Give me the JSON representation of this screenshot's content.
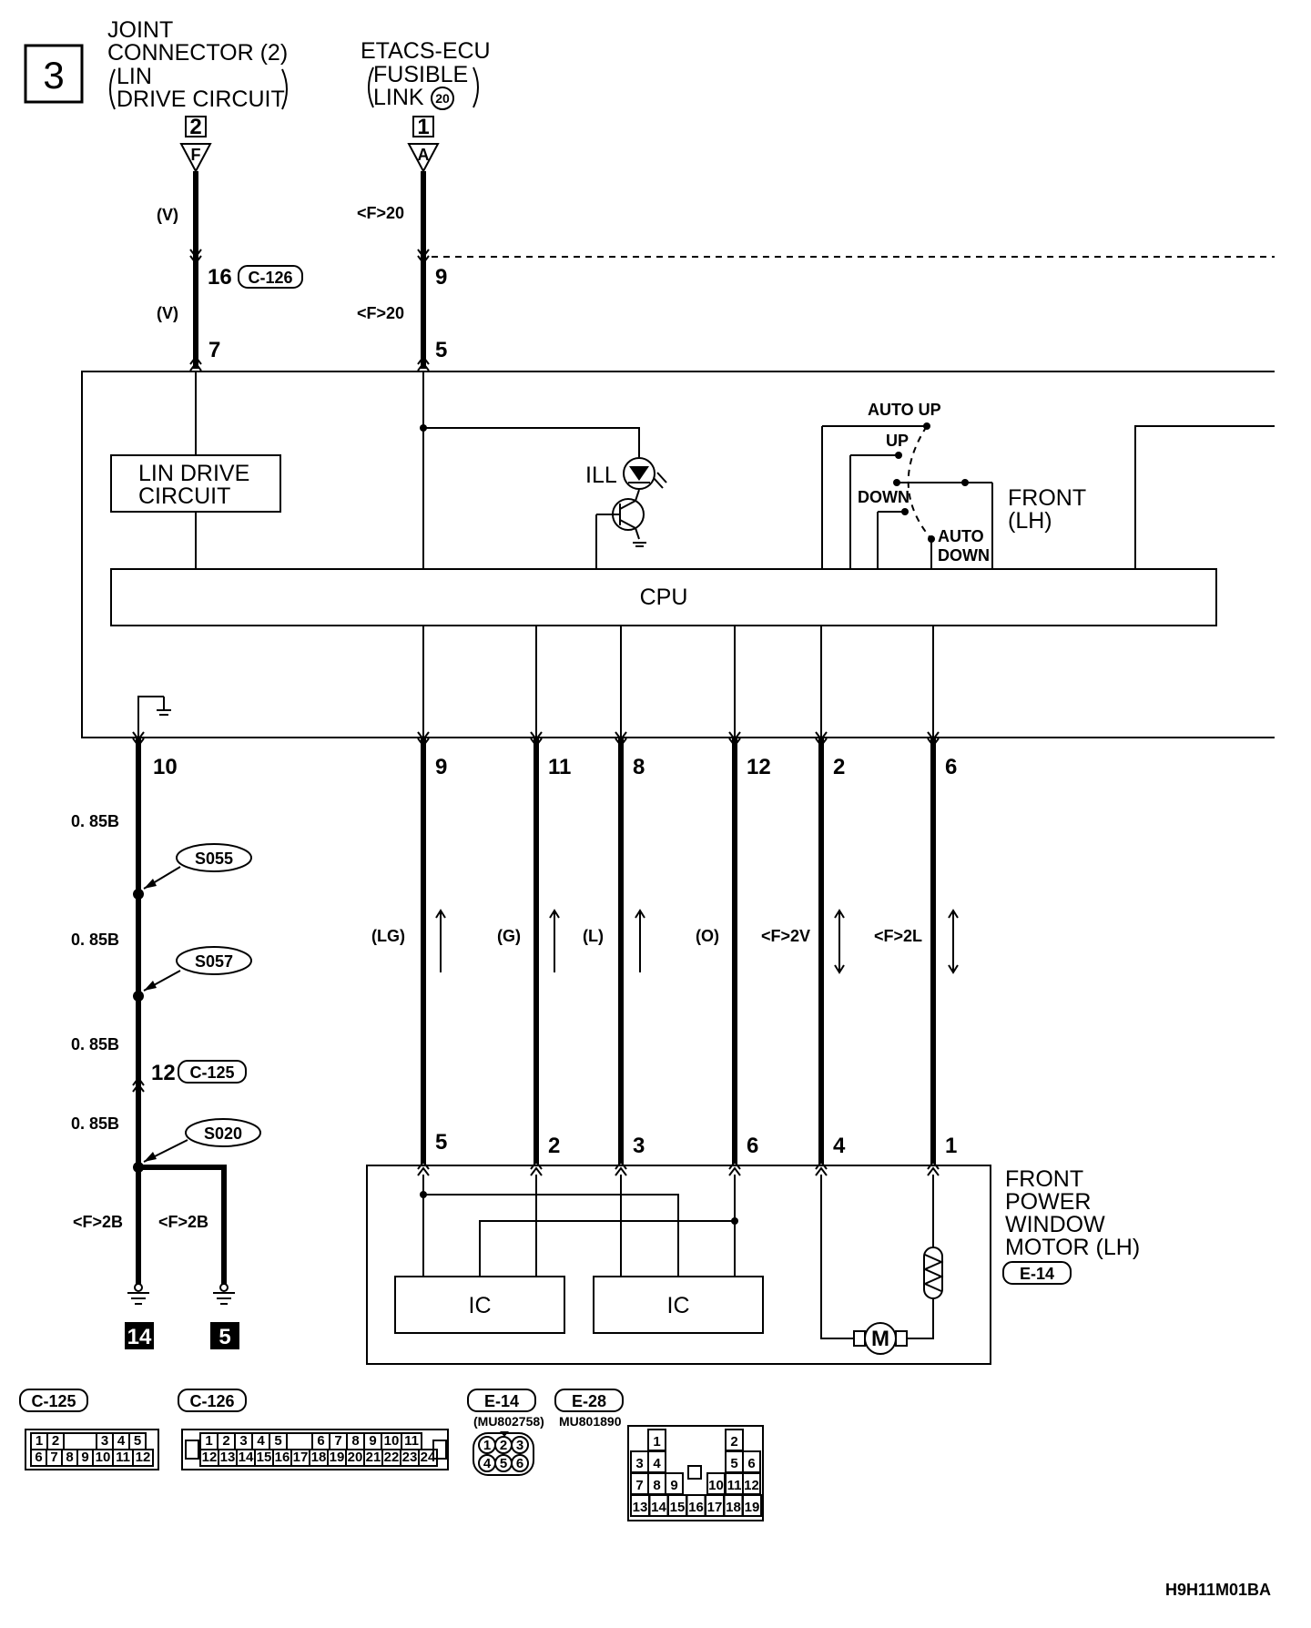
{
  "section_number": "3",
  "top_connections": {
    "joint_connector": {
      "line1": "JOINT",
      "line2": "CONNECTOR (2)",
      "line3": "LIN",
      "line4": "DRIVE CIRCUIT",
      "terminal": "2",
      "pin_letter": "F"
    },
    "etacs": {
      "line1": "ETACS-ECU",
      "line2": "FUSIBLE",
      "line3": "LINK",
      "link_number": "20",
      "terminal": "1",
      "pin_letter": "A"
    }
  },
  "wire_labels": {
    "v_top": "(V)",
    "v_mid": "(V)",
    "f20_top": "<F>20",
    "f20_mid": "<F>20",
    "b1": "0. 85B",
    "b2": "0. 85B",
    "b3": "0. 85B",
    "b4": "0. 85B",
    "lg": "(LG)",
    "g": "(G)",
    "l": "(L)",
    "o": "(O)",
    "f2v": "<F>2V",
    "f2l": "<F>2L",
    "f2b_left": "<F>2B",
    "f2b_right": "<F>2B"
  },
  "pins": {
    "p16": "16",
    "c126": "C-126",
    "p9_top": "9",
    "p7": "7",
    "p5_top": "5",
    "p10": "10",
    "p9": "9",
    "p11": "11",
    "p8": "8",
    "p12": "12",
    "p2": "2",
    "p6": "6",
    "c125_pin": "12",
    "c125": "C-125",
    "m5": "5",
    "m2": "2",
    "m3": "3",
    "m6": "6",
    "m4": "4",
    "m1": "1"
  },
  "splices": {
    "s055": "S055",
    "s057": "S057",
    "s020": "S020"
  },
  "grounds": {
    "g14": "14",
    "g5": "5"
  },
  "switch_unit": {
    "lin_drive": {
      "line1": "LIN DRIVE",
      "line2": "CIRCUIT"
    },
    "ill": "ILL",
    "cpu": "CPU",
    "auto_up": "AUTO UP",
    "up": "UP",
    "down": "DOWN",
    "auto_down_1": "AUTO",
    "auto_down_2": "DOWN",
    "front_1": "FRONT",
    "front_2": "(LH)"
  },
  "motor": {
    "line1": "FRONT",
    "line2": "POWER",
    "line3": "WINDOW",
    "line4": "MOTOR (LH)",
    "connector": "E-14",
    "ic1": "IC",
    "ic2": "IC"
  },
  "connector_views": {
    "c125": {
      "label": "C-125",
      "row1": [
        "1",
        "2",
        "",
        "3",
        "4",
        "5"
      ],
      "row2": [
        "6",
        "7",
        "8",
        "9",
        "10",
        "11",
        "12"
      ]
    },
    "c126": {
      "label": "C-126",
      "row1": [
        "1",
        "2",
        "3",
        "4",
        "5",
        "",
        "6",
        "7",
        "8",
        "9",
        "10",
        "11"
      ],
      "row2": [
        "12",
        "13",
        "14",
        "15",
        "16",
        "17",
        "18",
        "19",
        "20",
        "21",
        "22",
        "23",
        "24"
      ]
    },
    "e14": {
      "label": "E-14",
      "part": "(MU802758)",
      "row1": [
        "1",
        "2",
        "3"
      ],
      "row2": [
        "4",
        "5",
        "6"
      ]
    },
    "e28": {
      "label": "E-28",
      "part": "MU801890",
      "r1": [
        "1",
        "2"
      ],
      "r2": [
        "3",
        "4",
        "5",
        "6"
      ],
      "r3": [
        "7",
        "8",
        "9",
        "10",
        "11",
        "12"
      ],
      "r4": [
        "13",
        "14",
        "15",
        "16",
        "17",
        "18",
        "19"
      ]
    }
  },
  "figure_code": "H9H11M01BA"
}
